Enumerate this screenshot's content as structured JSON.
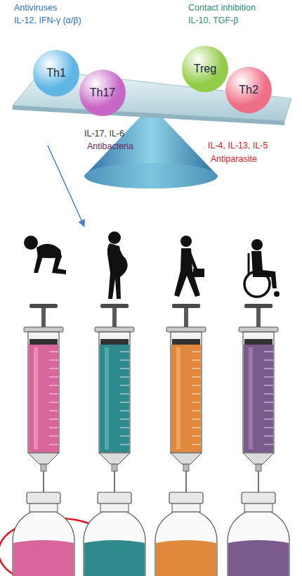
{
  "diagram": {
    "nodes": [
      {
        "text": [
          "Th1"
        ]
      },
      {
        "text": [
          "Th17"
        ]
      },
      {
        "text": [
          "Treg"
        ]
      },
      {
        "text": [
          "Th2"
        ]
      }
    ],
    "labels": [
      "Antiviruses",
      "IL-12, IFN-γ (α/β)",
      "Contact inhibition",
      "IL-10, TGF-β",
      "IL-17, IL-6",
      "Antibacteria",
      "IL-4, IL-13, IL-5",
      "Antiparasite"
    ]
  }
}
